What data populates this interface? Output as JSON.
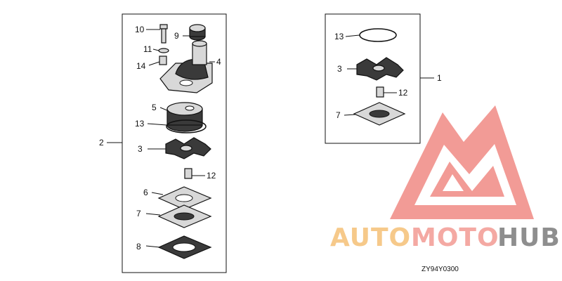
{
  "diagram": {
    "code": "ZY94Y0300",
    "labels": {
      "l10": "10",
      "l9": "9",
      "l11": "11",
      "l4": "4",
      "l14": "14",
      "l5": "5",
      "l13a": "13",
      "l2": "2",
      "l3a": "3",
      "l12a": "12",
      "l6": "6",
      "l7a": "7",
      "l8": "8",
      "l13b": "13",
      "l3b": "3",
      "l1": "1",
      "l12b": "12",
      "l7b": "7"
    }
  },
  "watermark": {
    "part1": "AUTO",
    "part2": "MOTO",
    "part3": "HUB",
    "colors": {
      "auto": "#f6c98a",
      "moto": "#f4a9a3",
      "hub": "#8e8e8e",
      "logo": "#f08a84"
    }
  }
}
